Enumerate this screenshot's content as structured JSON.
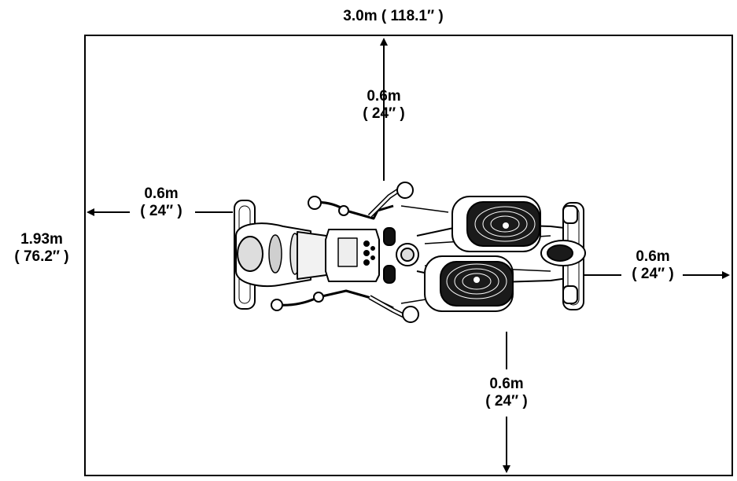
{
  "diagram": {
    "total_length": {
      "metric": "3.0m",
      "imperial": "( 118.1″ )"
    },
    "total_width": {
      "metric": "1.93m",
      "imperial": "( 76.2″ )"
    },
    "clearance_front": {
      "metric": "0.6m",
      "imperial": "( 24″ )"
    },
    "clearance_left": {
      "metric": "0.6m",
      "imperial": "( 24″ )"
    },
    "clearance_right": {
      "metric": "0.6m",
      "imperial": "( 24″ )"
    },
    "clearance_bottom": {
      "metric": "0.6m",
      "imperial": "( 24″ )"
    },
    "equipment_icon": "elliptical-trainer-top-view",
    "line_color": "#000000",
    "fill_color": "#ffffff",
    "shade_color": "#cfcfcf"
  }
}
